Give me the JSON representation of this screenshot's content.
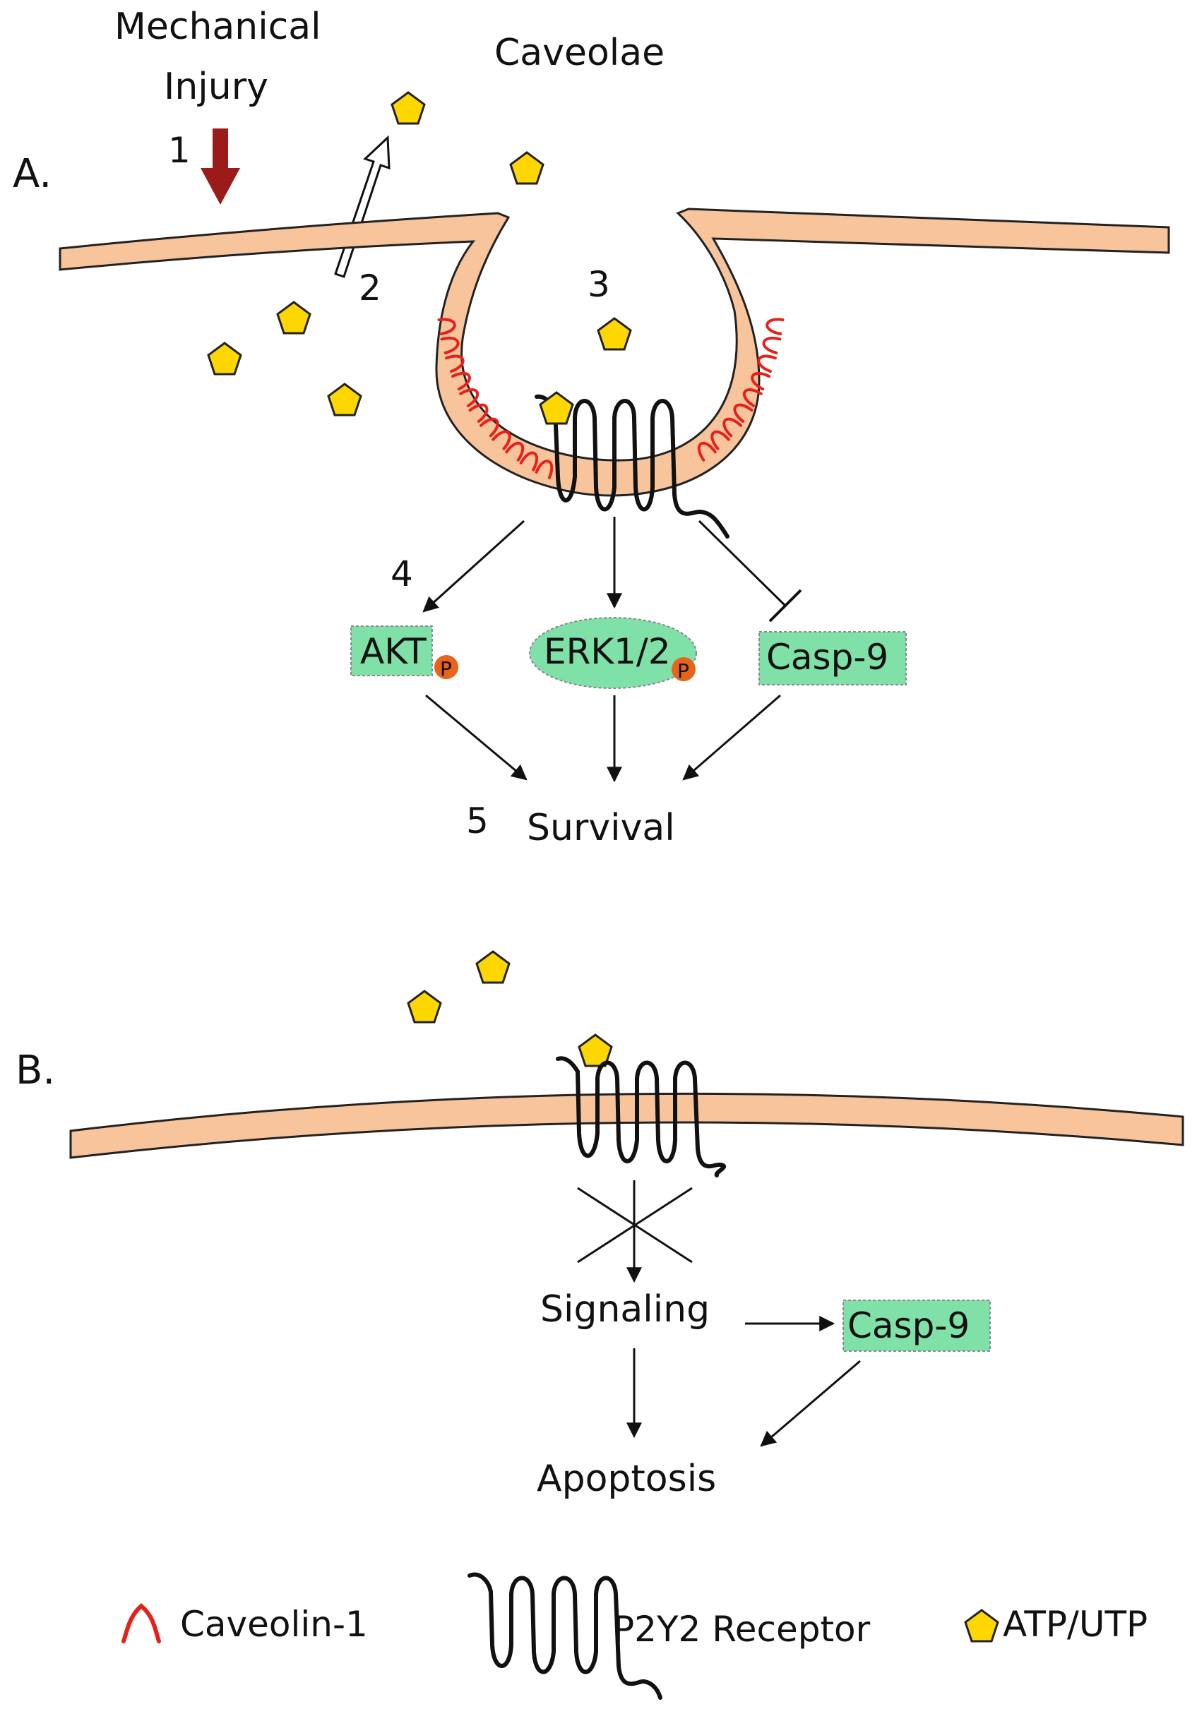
{
  "panel_a": {
    "label": "A.",
    "injury_label_line1": "Mechanical",
    "injury_label_line2": "Injury",
    "caveolae_label": "Caveolae",
    "steps": [
      "1",
      "2",
      "3",
      "4",
      "5"
    ],
    "akt_label": "AKT",
    "erk_label": "ERK1/2",
    "casp9_label": "Casp-9",
    "phospho_label": "P",
    "outcome_label": "Survival"
  },
  "panel_b": {
    "label": "B.",
    "signaling_label": "Signaling",
    "casp9_label": "Casp-9",
    "outcome_label": "Apoptosis"
  },
  "legend": {
    "caveolin_label": "Caveolin-1",
    "receptor_label": "P2Y2 Receptor",
    "atp_label": "ATP/UTP"
  },
  "colors": {
    "membrane_fill": "#F8C49C",
    "caveolin": "#E8201A",
    "atp_fill": "#FFD700",
    "box_fill": "#7FE0A8",
    "phospho_fill": "#E8641A",
    "injury_arrow": "#9B1B1B"
  }
}
